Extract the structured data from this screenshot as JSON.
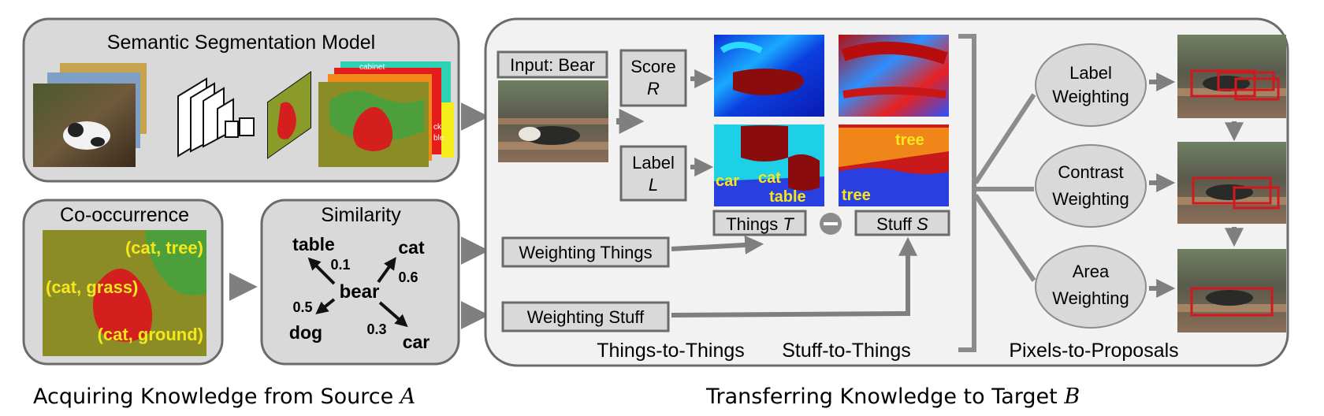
{
  "source": {
    "segmentation": {
      "title": "Semantic Segmentation Model",
      "label_snippets": [
        "cabinet",
        "ck",
        "ble"
      ]
    },
    "cooccurrence": {
      "title": "Co-occurrence",
      "pairs": [
        "(cat, tree)",
        "(cat, grass)",
        "(cat, ground)"
      ]
    },
    "similarity": {
      "title": "Similarity",
      "center": "bear",
      "neighbors": [
        {
          "word": "table",
          "weight": "0.1"
        },
        {
          "word": "cat",
          "weight": "0.6"
        },
        {
          "word": "dog",
          "weight": "0.5"
        },
        {
          "word": "car",
          "weight": "0.3"
        }
      ]
    },
    "caption": "Acquiring Knowledge from Source",
    "caption_symbol": "A"
  },
  "target": {
    "input_label": "Input: Bear",
    "score_label": "Score",
    "score_symbol": "R",
    "label_label": "Label",
    "label_symbol": "L",
    "things_label": "Things",
    "things_symbol": "T",
    "stuff_label": "Stuff",
    "stuff_symbol": "S",
    "label_map_words": {
      "car": "car",
      "cat": "cat",
      "table": "table"
    },
    "stuff_map_words": {
      "tree_top": "tree",
      "tree_bottom": "tree"
    },
    "weighting_things": "Weighting Things",
    "weighting_stuff": "Weighting Stuff",
    "stage_things": "Things-to-Things",
    "stage_stuff": "Stuff-to-Things",
    "stage_pixels": "Pixels-to-Proposals",
    "weightings": [
      {
        "line1": "Label",
        "line2": "Weighting"
      },
      {
        "line1": "Contrast",
        "line2": "Weighting"
      },
      {
        "line1": "Area",
        "line2": "Weighting"
      }
    ],
    "caption": "Transferring Knowledge to Target",
    "caption_symbol": "B"
  },
  "colors": {
    "panel_fill": "#d9d9d9",
    "panel_stroke": "#6b6b6b",
    "arrow": "#7f7f7f",
    "highlight_text": "#f5e71c",
    "proposal_box": "#d0191e"
  }
}
